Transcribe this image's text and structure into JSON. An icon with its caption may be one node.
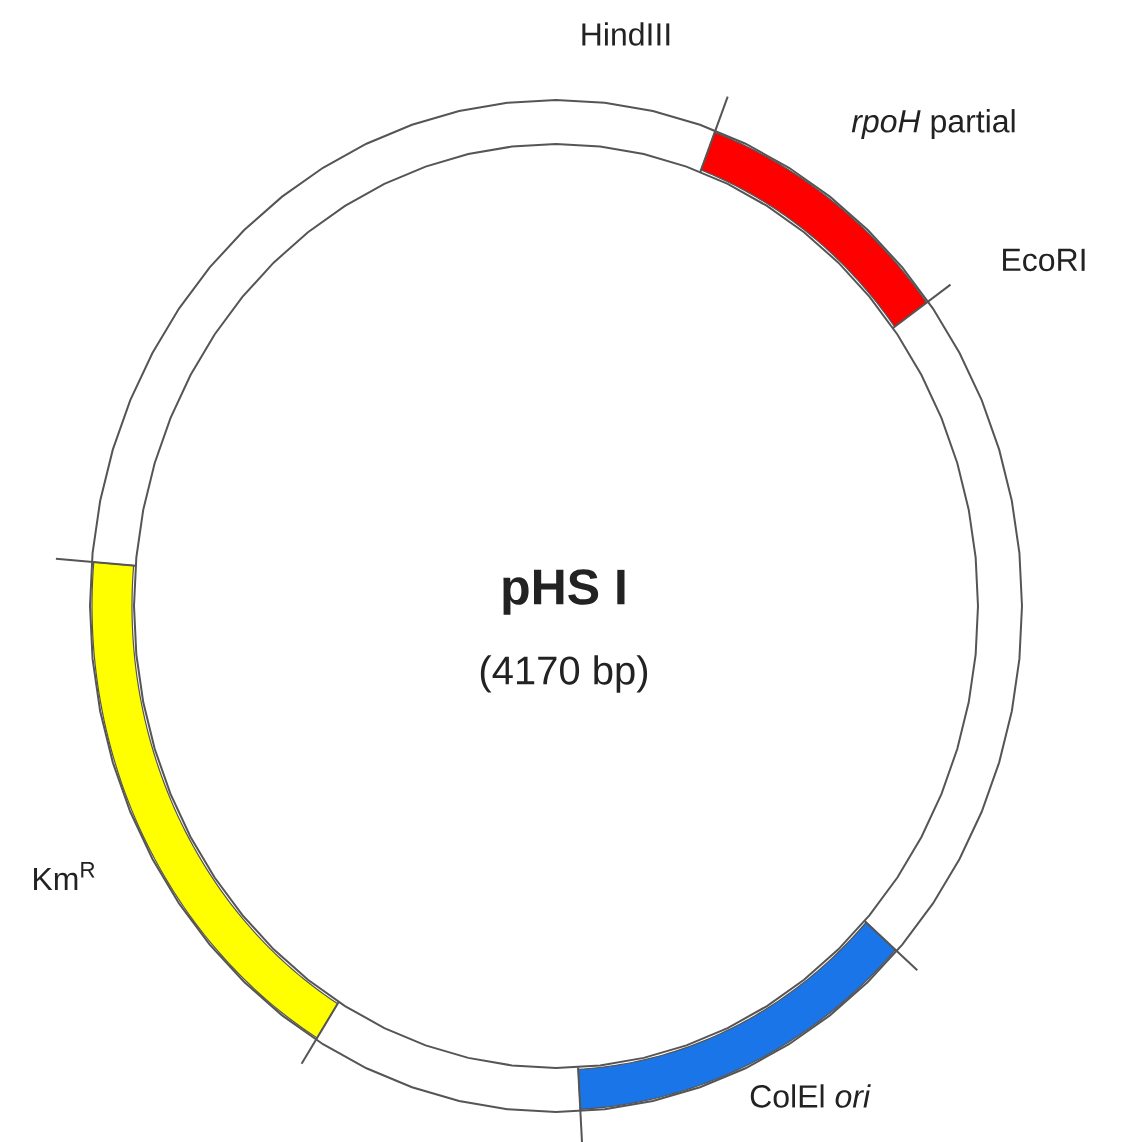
{
  "diagram": {
    "nodes": [
      {
        "text": [
          "pHS I",
          "(4170 bp)"
        ]
      },
      {
        "text": [],
        "shape": "bar",
        "in": 0,
        "beside": [
          "*rpoH* partial"
        ]
      },
      {
        "text": [],
        "shape": "bar",
        "in": 0,
        "beside": [
          "Km$^{R}$"
        ]
      },
      {
        "text": [],
        "shape": "bar",
        "in": 0,
        "beside": [
          "ColEl *ori*"
        ]
      }
    ],
    "labels": [
      "HindIII",
      "EcoRI"
    ]
  }
}
